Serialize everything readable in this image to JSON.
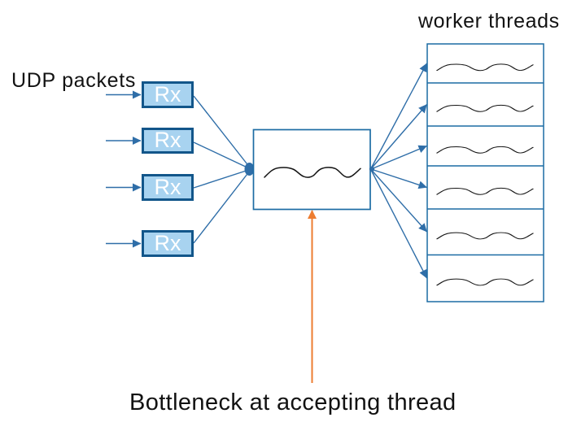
{
  "title": "Bottleneck at accepting thread diagram",
  "labels": {
    "udp_packets": "UDP packets",
    "worker_threads": "worker threads",
    "bottleneck": "Bottleneck at accepting thread",
    "rx": "Rx"
  },
  "diagram": {
    "rx_box_count": 4,
    "worker_thread_count": 6,
    "flow": "UDP packets -> Rx boxes -> accepting thread -> worker threads",
    "annotation_target": "accepting thread box"
  },
  "colors": {
    "background": "#ffffff",
    "rx_fill": "#a8d3f0",
    "rx_border": "#12568a",
    "box_border_blue": "#1c6ca4",
    "connector_blue": "#2f6ea8",
    "bottleneck_orange": "#ed7d31",
    "squiggle_black": "#141414",
    "text_black": "#121212"
  }
}
